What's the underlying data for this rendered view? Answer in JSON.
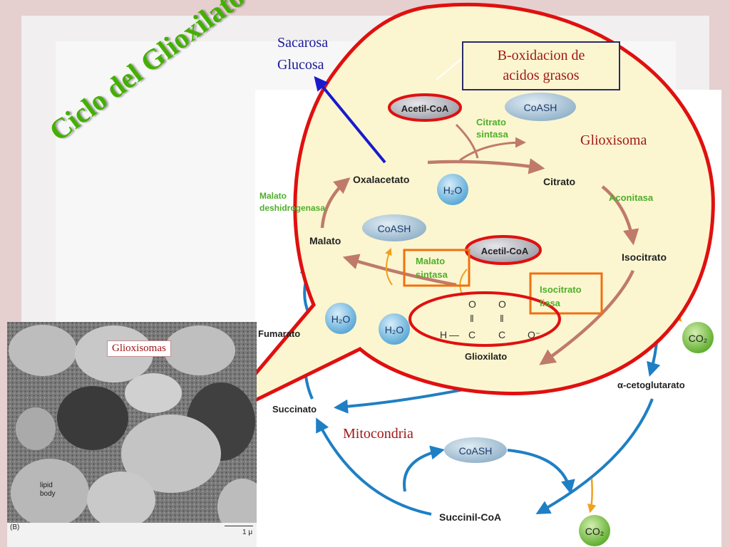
{
  "slide": {
    "title": "Ciclo del Glioxilato"
  },
  "labels": {
    "sugars": [
      "Sacarosa",
      "Glucosa"
    ],
    "beta_oxidation": [
      "B-oxidacion de",
      "acidos grasos"
    ],
    "glyoxysome": "Glioxisoma",
    "mitochondria": "Mitocondria",
    "micrograph_caption": "Glioxisomas",
    "micrograph_lipid": [
      "lipid",
      "body"
    ],
    "micrograph_panel": "(B)",
    "micrograph_scale": "1 μ"
  },
  "metabolites": {
    "acetil_coa_1": "Acetil-CoA",
    "coash_top": "CoASH",
    "citrato_sintasa": [
      "Citrato",
      "sintasa"
    ],
    "oxalacetato": "Oxalacetato",
    "h2o_1": "H₂O",
    "citrato": "Citrato",
    "aconitasa": "Aconitasa",
    "malato_deshidrogenasa": [
      "Malato",
      "deshidrogenasa"
    ],
    "coash_mid": "CoASH",
    "acetil_coa_2": "Acetil-CoA",
    "malato": "Malato",
    "malato_sintasa": [
      "Malato",
      "sintasa"
    ],
    "isocitrato": "Isocitrato",
    "isocitrato_liasa": [
      "Isocitrato",
      "liasa"
    ],
    "h2o_2": "H₂O",
    "h2o_3": "H₂O",
    "fumarato": "Fumarato",
    "glioxilato": "Glioxilato",
    "co2_1": "CO₂",
    "alfa_cetoglutarato": "α-cetoglutarato",
    "succinato": "Succinato",
    "coash_bottom": "CoASH",
    "succinil_coa": "Succinil-CoA",
    "co2_2": "CO₂"
  },
  "glyoxylate_structure": {
    "o1": "O",
    "o2": "O",
    "h": "H",
    "c1": "C",
    "c2": "C",
    "o_minus": "O⁻",
    "bond1": "‖",
    "bond2": "‖",
    "dash": "—"
  },
  "colors": {
    "title_green": "#43b000",
    "bubble_fill": "#fbf6d0",
    "bubble_stroke": "#e01010",
    "enzyme_green": "#4fae2a",
    "mito_arrow_blue": "#1f7fc4",
    "glyox_arrow_brown": "#c07a6a",
    "orange_box": "#f07010",
    "label_darkred": "#a01818",
    "label_navy": "#1a1a9a"
  }
}
